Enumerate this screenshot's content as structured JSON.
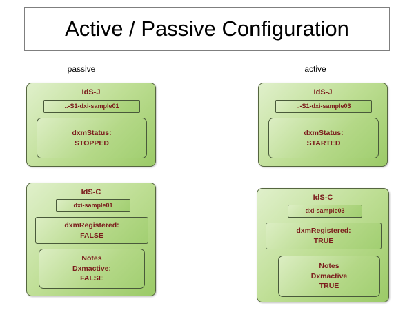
{
  "title": "Active / Passive Configuration",
  "colors": {
    "node_green_light": "#e0f0cb",
    "node_green_dark": "#9bca67",
    "label_text": "#7b1c1c",
    "border": "#55663f"
  },
  "columns": [
    {
      "label": "passive",
      "ids_j": {
        "title": "IdS-J",
        "sample": "..-S1-dxi-sample01",
        "status_line1": "dxmStatus:",
        "status_line2": "STOPPED"
      },
      "ids_c": {
        "title": "IdS-C",
        "sample": "dxi-sample01",
        "registered_line1": "dxmRegistered:",
        "registered_line2": "FALSE",
        "notes_line1": "Notes",
        "notes_line2": "Dxmactive:",
        "notes_line3": "FALSE"
      }
    },
    {
      "label": "active",
      "ids_j": {
        "title": "IdS-J",
        "sample": "..-S1-dxi-sample03",
        "status_line1": "dxmStatus:",
        "status_line2": "STARTED"
      },
      "ids_c": {
        "title": "IdS-C",
        "sample": "dxi-sample03",
        "registered_line1": "dxmRegistered:",
        "registered_line2": "TRUE",
        "notes_line1": "Notes",
        "notes_line2": "Dxmactive",
        "notes_line3": "TRUE"
      }
    }
  ]
}
